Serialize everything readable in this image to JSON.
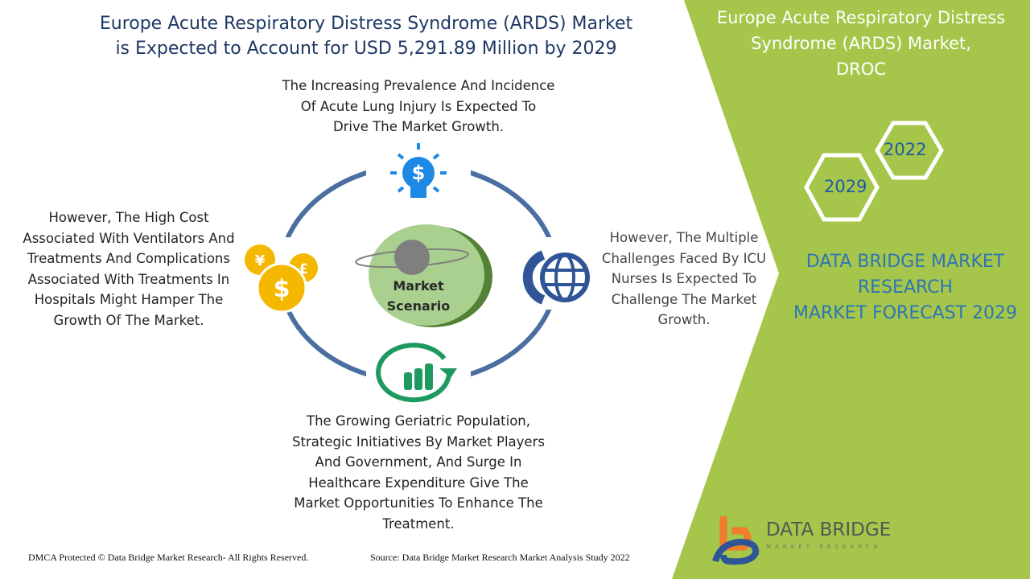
{
  "title": {
    "line1": "Europe Acute Respiratory Distress Syndrome (ARDS) Market",
    "line2": "is Expected to Account for USD  5,291.89 Million by 2029"
  },
  "side_title": {
    "line1": "Europe Acute Respiratory Distress",
    "line2": "Syndrome (ARDS) Market,",
    "line3": "DROC"
  },
  "years": {
    "start": "2022",
    "end": "2029"
  },
  "forecast": {
    "line1": "DATA BRIDGE MARKET",
    "line2": "RESEARCH",
    "line3": "MARKET FORECAST 2029"
  },
  "center": {
    "line1": "Market",
    "line2": "Scenario"
  },
  "drivers": {
    "top": [
      "The Increasing Prevalence And Incidence",
      "Of Acute Lung Injury Is Expected To",
      "Drive The Market Growth."
    ],
    "left": [
      "However, The High Cost",
      "Associated With Ventilators And",
      "Treatments And Complications",
      "Associated With Treatments In",
      "Hospitals Might Hamper The",
      "Growth Of The Market."
    ],
    "right": [
      "However, The Multiple",
      "Challenges Faced By ICU",
      "Nurses Is Expected To",
      "Challenge The Market",
      "Growth."
    ],
    "bottom": [
      "The Growing Geriatric Population,",
      "Strategic Initiatives By Market Players",
      "And Government, And Surge In",
      "Healthcare Expenditure Give The",
      "Market Opportunities To Enhance The",
      "Treatment."
    ]
  },
  "icons": {
    "top": "lightbulb-dollar-icon",
    "left": "coins-icon",
    "right": "phone-globe-icon",
    "bottom": "growth-chart-icon",
    "center": "planet-icon"
  },
  "colors": {
    "green_panel": "#a5c64a",
    "ring": "#4a6fa0",
    "title": "#1f3864",
    "bulb": "#1e88e5",
    "coins": "#f5b800",
    "globe": "#2f5597",
    "chart": "#1e9a60",
    "center": "#a9d08e"
  },
  "logo": {
    "name": "DATA BRIDGE",
    "sub": "MARKET RESEARCH"
  },
  "footer": {
    "copyright": "DMCA Protected © Data Bridge Market Research- All Rights Reserved.",
    "source": "Source: Data Bridge Market Research Market Analysis Study 2022"
  }
}
